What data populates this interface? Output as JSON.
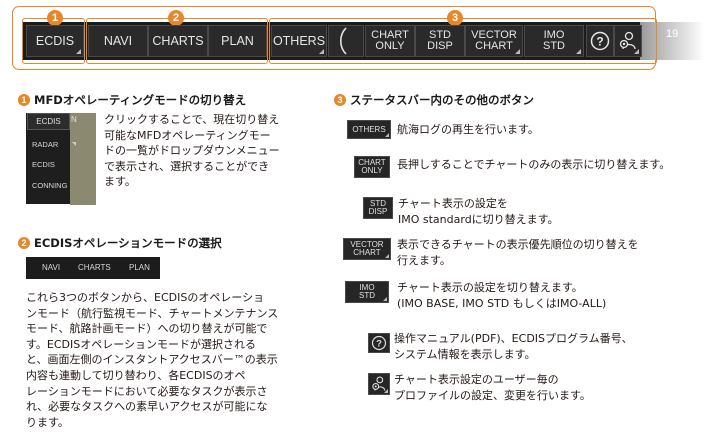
{
  "status_bar": {
    "buttons": {
      "ecdis": "ECDIS",
      "navi": "NAVI",
      "charts": "CHARTS",
      "plan": "PLAN",
      "others": "OTHERS",
      "chart_only": [
        "CHART",
        "ONLY"
      ],
      "std_disp": [
        "STD",
        "DISP"
      ],
      "vector_chart": [
        "VECTOR",
        "CHART"
      ],
      "imo_std": [
        "IMO",
        "STD"
      ]
    },
    "badges": [
      "1",
      "2",
      "3"
    ],
    "page_number": "19",
    "icons": [
      "help-icon",
      "user-profile-icon"
    ]
  },
  "section1": {
    "badge": "1",
    "title": "MFDオペレーティングモードの切り替え",
    "dropdown_items": [
      "ECDIS",
      "RADAR",
      "ECDIS",
      "CONNING"
    ],
    "sample_button": "ECDIS",
    "sample_button_partial": "N",
    "lines": [
      "クリックすることで、現在切り替え",
      "可能なMFDオペレーティングモー",
      "ドの一覧がドロップダウンメニュー",
      "で表示され、選択することができ",
      "ます。"
    ]
  },
  "section2": {
    "badge": "2",
    "title": "ECDISオペレーションモードの選択",
    "strip": [
      "NAVI",
      "CHARTS",
      "PLAN"
    ],
    "lines": [
      "これら3つのボタンから、ECDISのオペレーショ",
      "ンモード（航行監視モード、チャートメンテナンス",
      "モード、航路計画モード）への切り替えが可能で",
      "す。ECDISオペレーションモードが選択される",
      "と、画面左側のインスタントアクセスバー™の表示",
      "内容も連動して切り替わり、各ECDISのオペ",
      "レーションモードにおいて必要なタスクが表示さ",
      "れ、必要なタスクへの素早いアクセスが可能にな",
      "ります。"
    ]
  },
  "section3": {
    "badge": "3",
    "title": "ステータスバー内のその他のボタン",
    "items": [
      {
        "button": [
          "OTHERS"
        ],
        "lines": [
          "航海ログの再生を行います。"
        ]
      },
      {
        "button": [
          "CHART",
          "ONLY"
        ],
        "lines": [
          "長押しすることでチャートのみの表示に切り替えます。"
        ]
      },
      {
        "button": [
          "STD",
          "DISP"
        ],
        "lines": [
          "チャート表示の設定を",
          "IMO standardに切り替えます。"
        ]
      },
      {
        "button": [
          "VECTOR",
          "CHART"
        ],
        "lines": [
          "表示できるチャートの表示優先順位の切り替えを",
          "行えます。"
        ]
      },
      {
        "button": [
          "IMO",
          "STD"
        ],
        "lines": [
          "チャート表示の設定を切り替えます。",
          "(IMO BASE, IMO STD もしくはIMO-ALL)"
        ]
      },
      {
        "icon": "help-icon",
        "lines": [
          "操作マニュアル(PDF)、ECDISプログラム番号、",
          "システム情報を表示します。"
        ]
      },
      {
        "icon": "user-profile-icon",
        "lines": [
          "チャート表示設定のユーザー毎の",
          "プロファイルの設定、変更を行います。"
        ]
      }
    ]
  }
}
